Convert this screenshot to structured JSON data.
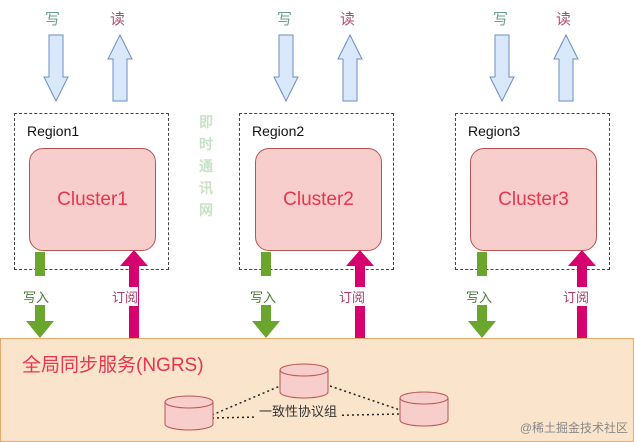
{
  "regions": [
    {
      "label": "Region1",
      "cluster": "Cluster1"
    },
    {
      "label": "Region2",
      "cluster": "Cluster2"
    },
    {
      "label": "Region3",
      "cluster": "Cluster3"
    }
  ],
  "top_write_label": "写",
  "top_read_label": "读",
  "side_write_label": "写入",
  "side_read_label": "订阅",
  "ngrs_title": "全局同步服务(NGRS)",
  "consensus_label": "一致性协议组",
  "watermark": "@稀土掘金技术社区",
  "colors": {
    "cluster_fill": "#f8cecc",
    "cluster_text": "#e8344e",
    "ngrs_fill": "#fbe4cc",
    "write_arrow": "#6aa52e",
    "read_arrow": "#d6006f",
    "client_arrow_fill": "#dae8fc"
  }
}
